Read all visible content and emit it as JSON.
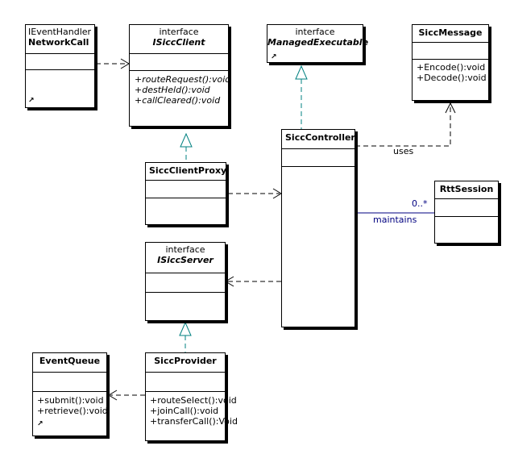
{
  "colors": {
    "line": "#000000",
    "realization": "#008080",
    "association": "#000080"
  },
  "classes": {
    "network_call": {
      "stereotype": "IEventHandler",
      "name": "NetworkCall",
      "marker": "↗"
    },
    "isicc_client": {
      "stereotype": "interface",
      "name": "ISiccClient",
      "operations": [
        "+routeRequest():void",
        "+destHeld():void",
        "+callCleared():void"
      ]
    },
    "managed_executable": {
      "stereotype": "interface",
      "name": "ManagedExecutable",
      "marker": "↗"
    },
    "sicc_message": {
      "name": "SiccMessage",
      "operations": [
        "+Encode():void",
        "+Decode():void"
      ]
    },
    "sicc_controller": {
      "name": "SiccController"
    },
    "sicc_client_proxy": {
      "name": "SiccClientProxy"
    },
    "rtt_session": {
      "name": "RttSession"
    },
    "isicc_server": {
      "stereotype": "interface",
      "name": "ISiccServer"
    },
    "sicc_provider": {
      "name": "SiccProvider",
      "operations": [
        "+routeSelect():void",
        "+joinCall():void",
        "+transferCall():Void"
      ]
    },
    "event_queue": {
      "name": "EventQueue",
      "operations": [
        "+submit():void",
        "+retrieve():void"
      ],
      "marker": "↗"
    }
  },
  "relations": {
    "uses_label": "uses",
    "maintains_label": "maintains",
    "multiplicity": "0..*"
  }
}
